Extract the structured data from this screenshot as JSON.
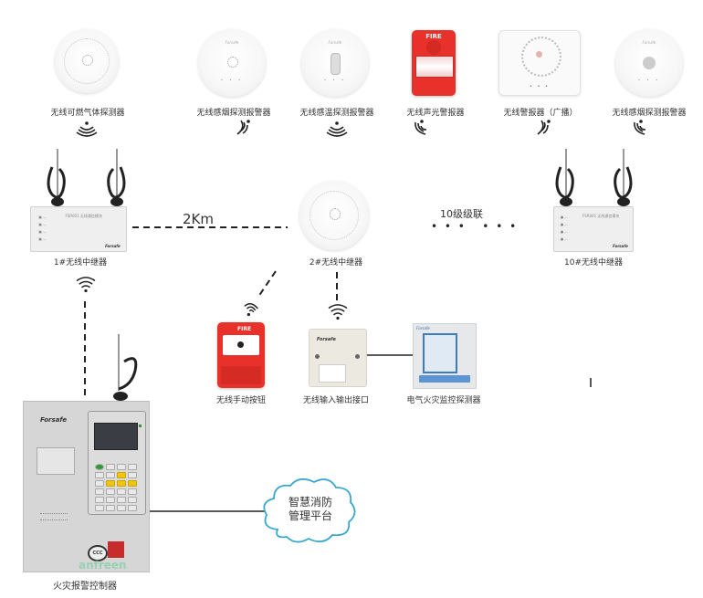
{
  "diagram": {
    "top_devices": [
      {
        "label": "无线可燃气体探测器"
      },
      {
        "label": "无线感烟探测报警器"
      },
      {
        "label": "无线感温探测报警器"
      },
      {
        "label": "无线声光警报器"
      },
      {
        "label": "无线警报器（广播）"
      },
      {
        "label": "无线感烟探测报警器"
      }
    ],
    "repeaters": [
      {
        "label": "1#无线中继器"
      },
      {
        "label": "2#无线中继器"
      },
      {
        "label": "10#无线中继器"
      }
    ],
    "distance_label": "2Km",
    "cascade_label": "10级级联",
    "cascade_dots": "• • •   • • •",
    "bottom_devices": [
      {
        "label": "无线手动按钮"
      },
      {
        "label": "无线输入输出接口"
      },
      {
        "label": "电气火灾监控探测器"
      }
    ],
    "controller": {
      "label": "火灾报警控制器",
      "brand": "Forsafe",
      "watermark": "anfreen"
    },
    "cloud": {
      "line1": "智慧消防",
      "line2": "管理平台"
    },
    "fire_text": "FIRE",
    "device_brand": "Forsafe",
    "colors": {
      "fire_red": "#e8312a",
      "cloud_stroke": "#3aa7cf",
      "line": "#222222",
      "text": "#333333"
    }
  }
}
